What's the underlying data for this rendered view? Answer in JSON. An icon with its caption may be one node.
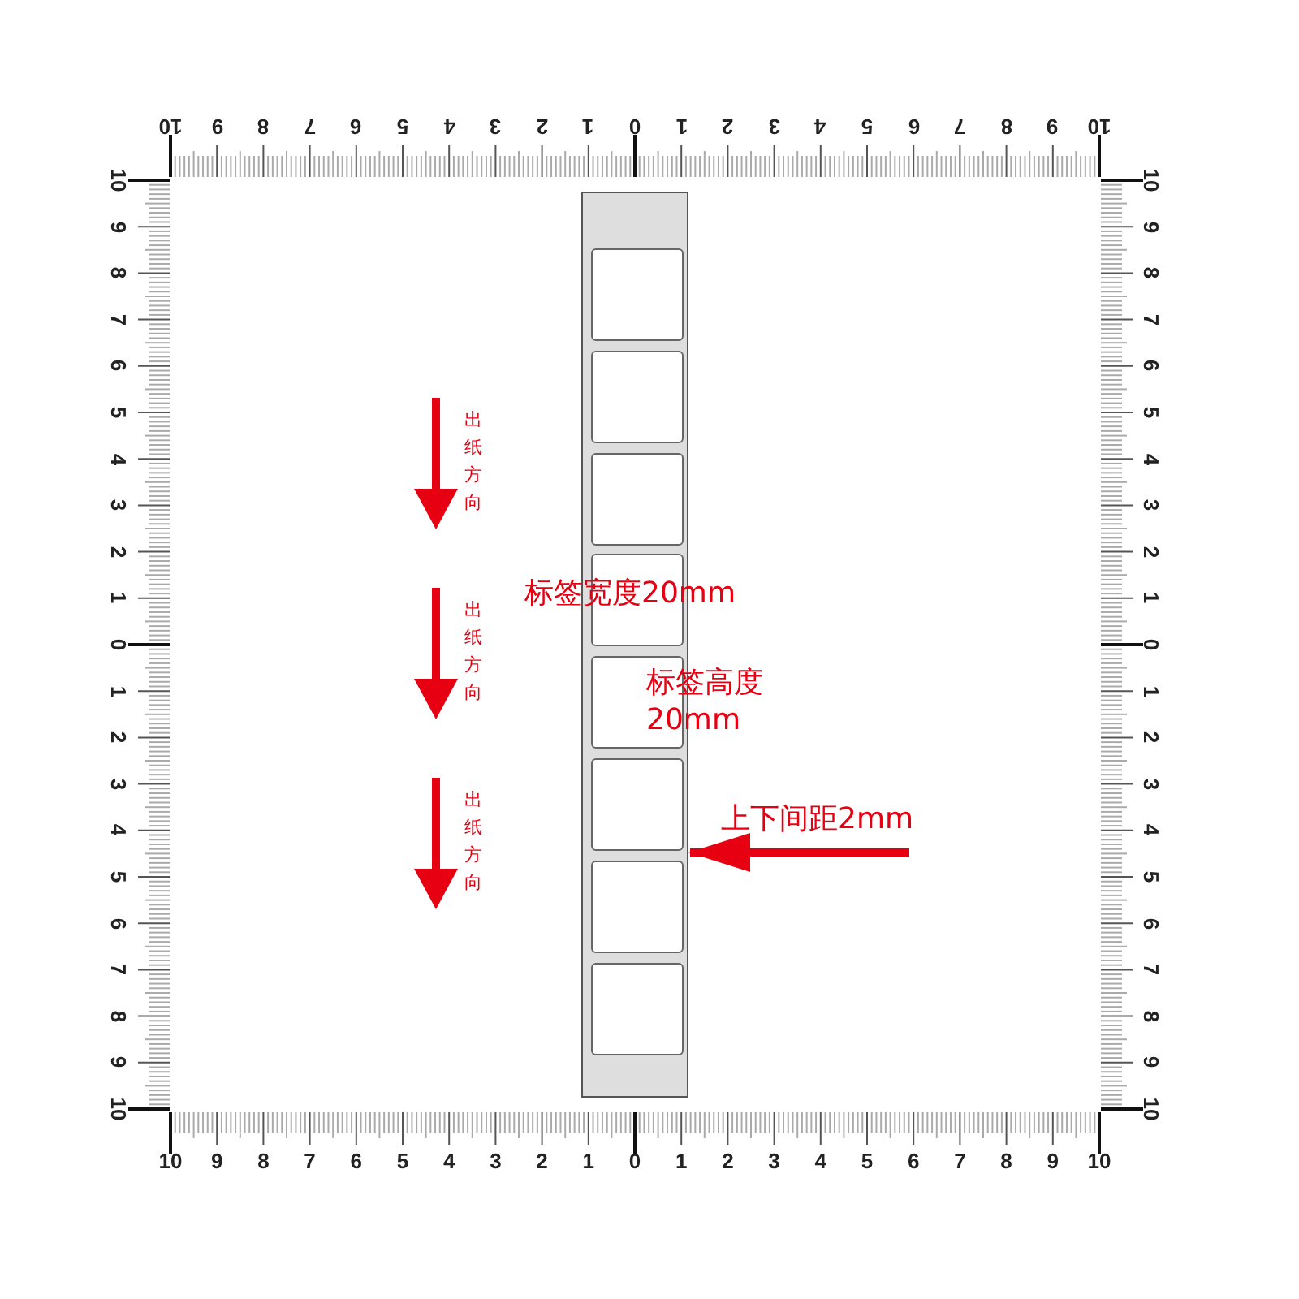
{
  "diagram": {
    "nodes": [
      {
        "text": [],
        "shape": "box"
      },
      {
        "text": [],
        "shape": "box",
        "in": 0
      },
      {
        "text": [],
        "shape": "box",
        "in": 0
      },
      {
        "text": [],
        "shape": "box",
        "in": 0
      },
      {
        "text": [],
        "shape": "box",
        "in": 0
      },
      {
        "text": [],
        "shape": "box",
        "in": 0
      },
      {
        "text": [],
        "shape": "box",
        "in": 0
      },
      {
        "text": [],
        "shape": "box",
        "in": 0
      },
      {
        "text": [],
        "shape": "box",
        "in": 0
      },
      {
        "text": [
          "上下间距2mm"
        ]
      }
    ],
    "edges": [
      {
        "from": 9,
        "to": 0,
        "arrow": "to"
      }
    ],
    "labels": [
      "10",
      "9",
      "8",
      "7",
      "6",
      "5",
      "4",
      "3",
      "2",
      "1",
      "0",
      "1",
      "2",
      "3",
      "4",
      "5",
      "6",
      "7",
      "8",
      "9",
      "10",
      "10",
      "9",
      "8",
      "7",
      "6",
      "5",
      "4",
      "3",
      "2",
      "1",
      "0",
      "1",
      "2",
      "3",
      "4",
      "5",
      "6",
      "7",
      "8",
      "9",
      "10",
      "10",
      "9",
      "8",
      "7",
      "6",
      "5",
      "4",
      "3",
      "2",
      "1",
      "0",
      "1",
      "2",
      "3",
      "4",
      "5",
      "6",
      "7",
      "8",
      "9",
      "10",
      "10",
      "9",
      "8",
      "7",
      "6",
      "5",
      "4",
      "3",
      "2",
      "1",
      "0",
      "1",
      "2",
      "3",
      "4",
      "5",
      "6",
      "7",
      "8",
      "9",
      "10",
      "出纸方向",
      "出纸方向",
      "出纸方向",
      "标签宽度20mm",
      "标签高度 20mm"
    ]
  }
}
